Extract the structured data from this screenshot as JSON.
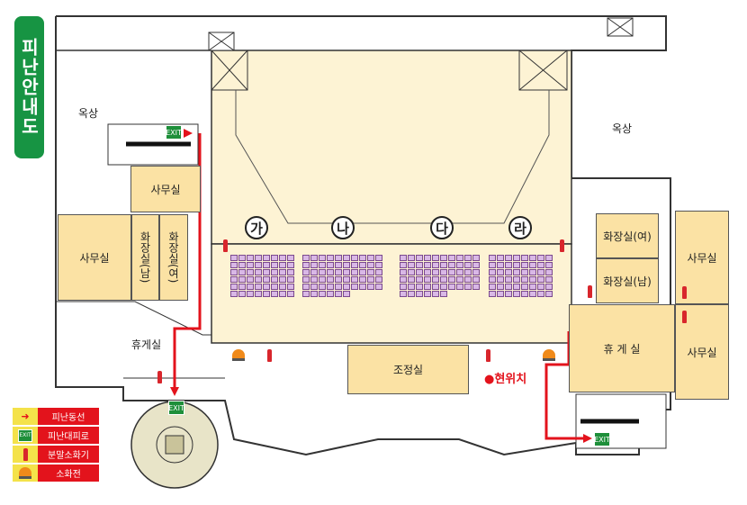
{
  "title": "피난안내도",
  "labels": {
    "rooftop_left": "옥상",
    "rooftop_right": "옥상",
    "office_left_upper": "사무실",
    "office_left": "사무실",
    "restroom_male_left": "화장실(남)",
    "restroom_female_left": "화장실(여)",
    "lounge_left": "휴게실",
    "control_room": "조정실",
    "current_location": "현위치",
    "restroom_female_right": "화장실(여)",
    "restroom_male_right": "화장실(남)",
    "office_right_upper": "사무실",
    "office_right_lower": "사무실",
    "lounge_right": "휴 게 실",
    "exit_sign_text": "EXIT"
  },
  "sections": [
    "가",
    "나",
    "다",
    "라"
  ],
  "legend": [
    {
      "icon": "evacuation-route-arrow-icon",
      "label": "피난동선"
    },
    {
      "icon": "emergency-exit-icon",
      "label": "피난대피로"
    },
    {
      "icon": "fire-extinguisher-icon",
      "label": "분말소화기"
    },
    {
      "icon": "fire-hydrant-alarm-icon",
      "label": "소화전"
    }
  ],
  "colors": {
    "title_green": "#179443",
    "room_fill": "#fbe2a4",
    "hall_fill": "#fdf3d4",
    "seat_fill": "#d9b8e6",
    "route_red": "#e3131c",
    "legend_red": "#e3131c",
    "legend_yellow": "#f4e24a"
  }
}
